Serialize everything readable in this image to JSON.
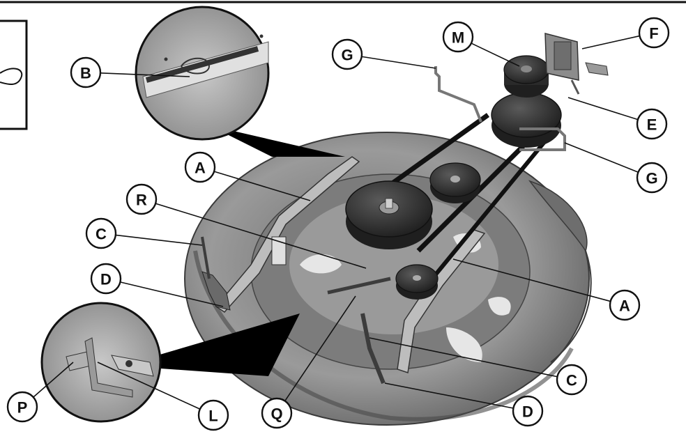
{
  "diagram": {
    "callouts": [
      {
        "id": "callout-b",
        "label": "B"
      },
      {
        "id": "callout-g-top",
        "label": "G"
      },
      {
        "id": "callout-m",
        "label": "M"
      },
      {
        "id": "callout-f",
        "label": "F"
      },
      {
        "id": "callout-e",
        "label": "E"
      },
      {
        "id": "callout-g-right",
        "label": "G"
      },
      {
        "id": "callout-a-left",
        "label": "A"
      },
      {
        "id": "callout-r",
        "label": "R"
      },
      {
        "id": "callout-c-left",
        "label": "C"
      },
      {
        "id": "callout-d-left",
        "label": "D"
      },
      {
        "id": "callout-a-right",
        "label": "A"
      },
      {
        "id": "callout-c-right",
        "label": "C"
      },
      {
        "id": "callout-p",
        "label": "P"
      },
      {
        "id": "callout-l",
        "label": "L"
      },
      {
        "id": "callout-q",
        "label": "Q"
      },
      {
        "id": "callout-d-bottom",
        "label": "D"
      }
    ],
    "colors": {
      "deck": "#8a8a8a",
      "deck_dark": "#4a4a4a",
      "pulley": "#2e2e2e",
      "belt": "#111111",
      "line": "#111111"
    }
  }
}
